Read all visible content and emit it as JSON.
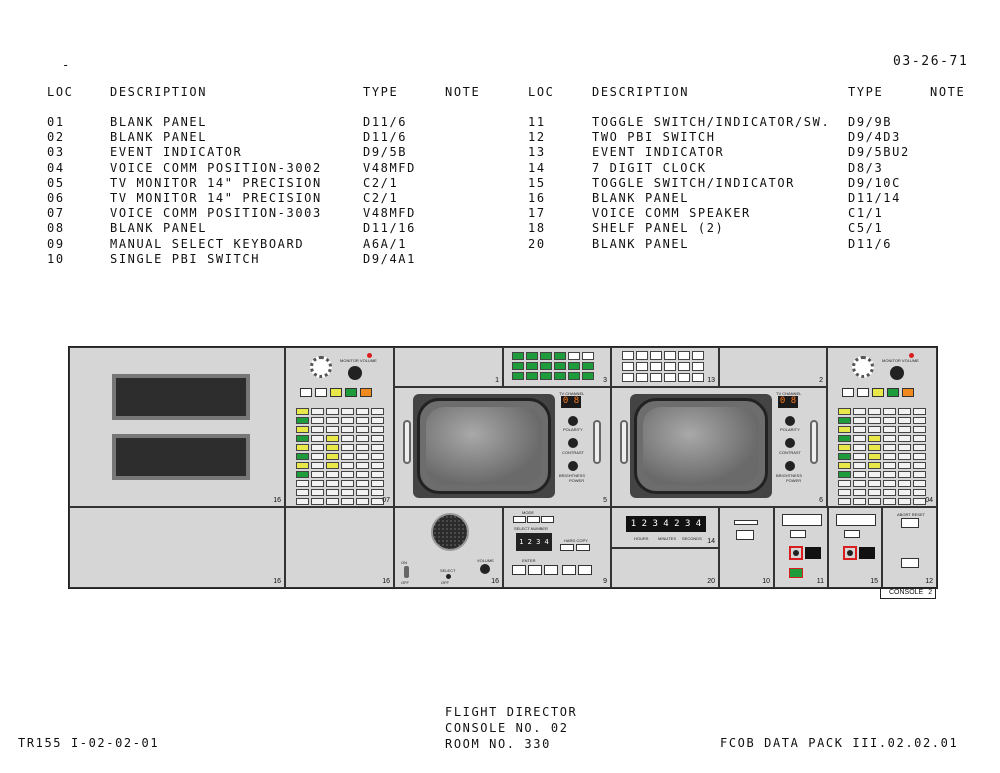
{
  "header": {
    "date": "03-26-71",
    "mark": "-"
  },
  "table_headers": {
    "loc": "LOC",
    "description": "DESCRIPTION",
    "type": "TYPE",
    "note": "NOTE"
  },
  "left_rows": [
    {
      "loc": "01",
      "description": "BLANK PANEL",
      "type": "D11/6"
    },
    {
      "loc": "02",
      "description": "BLANK PANEL",
      "type": "D11/6"
    },
    {
      "loc": "03",
      "description": "EVENT INDICATOR",
      "type": "D9/5B"
    },
    {
      "loc": "04",
      "description": "VOICE COMM POSITION-3002",
      "type": "V48MFD"
    },
    {
      "loc": "05",
      "description": "TV MONITOR 14\" PRECISION",
      "type": "C2/1"
    },
    {
      "loc": "06",
      "description": "TV MONITOR 14\" PRECISION",
      "type": "C2/1"
    },
    {
      "loc": "07",
      "description": "VOICE COMM POSITION-3003",
      "type": "V48MFD"
    },
    {
      "loc": "08",
      "description": "BLANK PANEL",
      "type": "D11/16"
    },
    {
      "loc": "09",
      "description": "MANUAL SELECT KEYBOARD",
      "type": "A6A/1"
    },
    {
      "loc": "10",
      "description": "SINGLE PBI SWITCH",
      "type": "D9/4A1"
    }
  ],
  "right_rows": [
    {
      "loc": "11",
      "description": "TOGGLE SWITCH/INDICATOR/SW.",
      "type": "D9/9B"
    },
    {
      "loc": "12",
      "description": "TWO PBI SWITCH",
      "type": "D9/4D3"
    },
    {
      "loc": "13",
      "description": "EVENT INDICATOR",
      "type": "D9/5BU2"
    },
    {
      "loc": "14",
      "description": "7 DIGIT CLOCK",
      "type": "D8/3"
    },
    {
      "loc": "15",
      "description": "TOGGLE SWITCH/INDICATOR",
      "type": "D9/10C"
    },
    {
      "loc": "16",
      "description": "BLANK PANEL",
      "type": "D11/14"
    },
    {
      "loc": "17",
      "description": "VOICE COMM SPEAKER",
      "type": "C1/1"
    },
    {
      "loc": "18",
      "description": "SHELF PANEL (2)",
      "type": "C5/1"
    },
    {
      "loc": "20",
      "description": "BLANK PANEL",
      "type": "D11/6"
    }
  ],
  "panel_labels": {
    "p16a": "16",
    "p07": "07",
    "p1": "1",
    "p3": "3",
    "p13": "13",
    "p2": "2",
    "p5": "5",
    "p6": "6",
    "p04": "04",
    "p16b": "16",
    "p16c": "16",
    "p16d": "16",
    "p9": "9",
    "p14": "14",
    "p20": "20",
    "p10": "10",
    "p11": "11",
    "p15": "15",
    "p12": "12"
  },
  "console_tag": {
    "label": "CONSOLE",
    "number": "2"
  },
  "small_labels": {
    "monitor_volume": "MONITOR VOLUME",
    "tv_channel": "TV CHANNEL",
    "polarity": "POLARITY",
    "contrast": "CONTRAST",
    "brightness": "BRIGHTNESS",
    "power": "POWER",
    "channel_digits": "0 8",
    "mode": "MODE",
    "select_number": "SELECT NUMBER",
    "hard_copy": "HARD COPY",
    "enter": "ENTER",
    "volume": "VOLUME",
    "select": "SELECT",
    "off": "OFF",
    "on": "ON",
    "hours": "HOURS",
    "minutes": "MINUTES",
    "seconds": "SECONDS",
    "abort_reset": "ABORT RESET",
    "clock_digits": "1 2 3 4 2 3 4",
    "keyboard_digits": "1 2 3 4"
  },
  "footer": {
    "left": "TR155 I-02-02-01",
    "title1": "FLIGHT DIRECTOR",
    "title2": "CONSOLE NO. 02",
    "title3": "ROOM NO. 330",
    "right": "FCOB DATA PACK  III.02.02.01"
  },
  "colors": {
    "green": "#1e9b3a",
    "yellow": "#e8e84a",
    "orange": "#f08a1e",
    "red": "#d81e1e",
    "blue": "#3a7fd6",
    "indicator_digit": "#ff7a1a"
  }
}
